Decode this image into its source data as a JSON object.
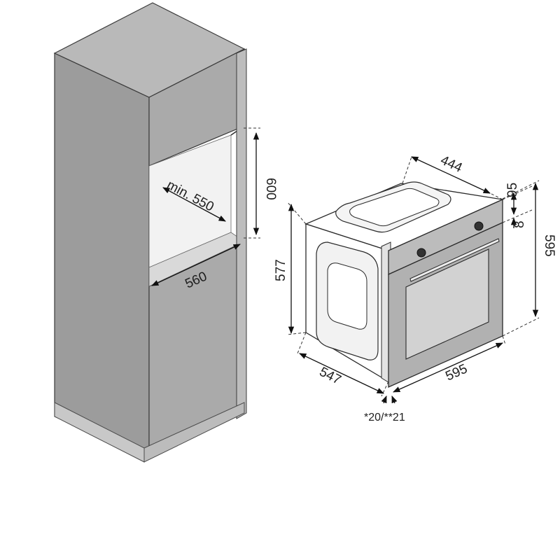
{
  "diagram": {
    "cabinet": {
      "niche_depth_label": "min. 550",
      "niche_height_label": "600",
      "niche_width_label": "560"
    },
    "oven": {
      "top_depth_label": "444",
      "top_offset_label": "95",
      "panel_gap_label": "8",
      "front_height_label": "595",
      "side_height_label": "577",
      "side_depth_label": "547",
      "front_width_label": "595",
      "door_thickness_label": "*20/**21"
    },
    "colors": {
      "cabinet_front": "#a9a9a9",
      "cabinet_side": "#9b9b9b",
      "cabinet_top": "#b8b8b8",
      "niche_inner": "#ffffff",
      "oven_front": "#b4b4b4",
      "oven_window": "#cfcfcf",
      "line": "#1e1e1e"
    }
  }
}
